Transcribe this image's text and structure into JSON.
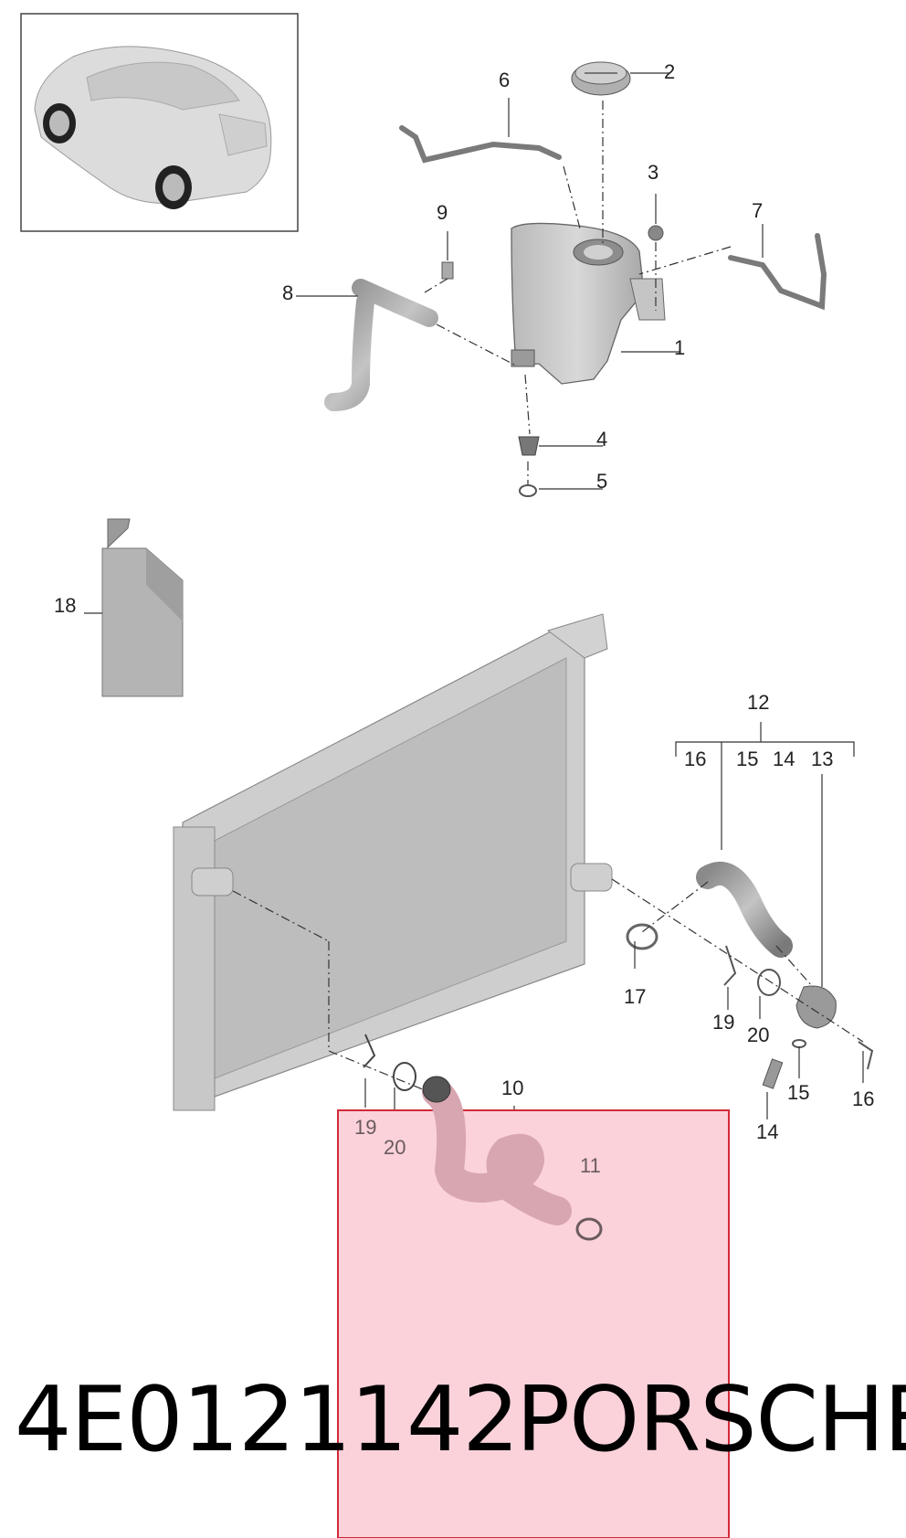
{
  "diagram": {
    "callouts": {
      "c1": "1",
      "c2": "2",
      "c3": "3",
      "c4": "4",
      "c5": "5",
      "c6": "6",
      "c7": "7",
      "c8": "8",
      "c9": "9",
      "c10": "10",
      "c11": "11",
      "c12": "12",
      "c13": "13",
      "c14": "14",
      "c15a": "15",
      "c15b": "15",
      "c16a": "16",
      "c16b": "16",
      "c17": "17",
      "c18": "18",
      "c19a": "19",
      "c19b": "19",
      "c20a": "20",
      "c20b": "20",
      "c14b": "14"
    },
    "highlight_color": "#d22a37",
    "highlight_fill": "#fbd2da"
  },
  "caption": {
    "part_number": "4E0121142",
    "brand": "PORSCHE"
  }
}
